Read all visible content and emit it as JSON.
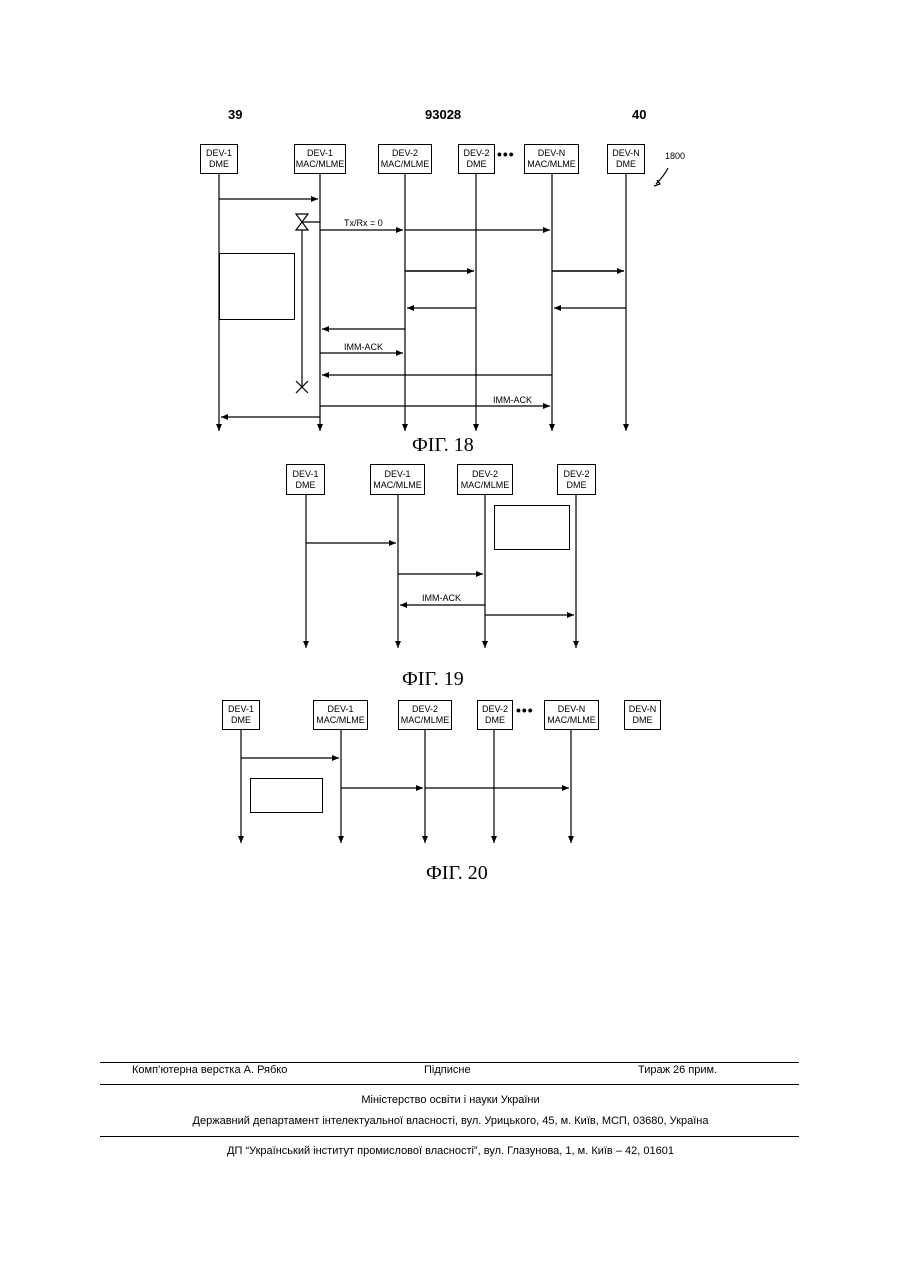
{
  "header": {
    "left": "39",
    "center": "93028",
    "right": "40"
  },
  "fig18": {
    "caption": "ФІГ. 18",
    "ref": "1800",
    "cols": [
      {
        "l1": "DEV-1",
        "l2": "DME"
      },
      {
        "l1": "DEV-1",
        "l2": "MAC/MLME"
      },
      {
        "l1": "DEV-2",
        "l2": "MAC/MLME"
      },
      {
        "l1": "DEV-2",
        "l2": "DME"
      },
      {
        "l1": "DEV-N",
        "l2": "MAC/MLME"
      },
      {
        "l1": "DEV-N",
        "l2": "DME"
      }
    ],
    "msg_txrx": "Tx/Rx = 0",
    "msg_ack1": "IMM-ACK",
    "msg_ack2": "IMM-ACK"
  },
  "fig19": {
    "caption": "ФІГ. 19",
    "cols": [
      {
        "l1": "DEV-1",
        "l2": "DME"
      },
      {
        "l1": "DEV-1",
        "l2": "MAC/MLME"
      },
      {
        "l1": "DEV-2",
        "l2": "MAC/MLME"
      },
      {
        "l1": "DEV-2",
        "l2": "DME"
      }
    ],
    "msg_ack": "IMM-ACK"
  },
  "fig20": {
    "caption": "ФІГ. 20",
    "cols": [
      {
        "l1": "DEV-1",
        "l2": "DME"
      },
      {
        "l1": "DEV-1",
        "l2": "MAC/MLME"
      },
      {
        "l1": "DEV-2",
        "l2": "MAC/MLME"
      },
      {
        "l1": "DEV-2",
        "l2": "DME"
      },
      {
        "l1": "DEV-N",
        "l2": "MAC/MLME"
      },
      {
        "l1": "DEV-N",
        "l2": "DME"
      }
    ]
  },
  "footer": {
    "layout": "Комп’ютерна верстка А. Рябко",
    "signed": "Підписне",
    "circulation": "Тираж 26 прим.",
    "ministry": "Міністерство освіти і науки України",
    "department": "Державний департамент інтелектуальної власності, вул. Урицького, 45, м. Київ, МСП, 03680, Україна",
    "institute": "ДП “Український інститут промислової власності”, вул. Глазунова, 1, м. Київ – 42, 01601"
  }
}
